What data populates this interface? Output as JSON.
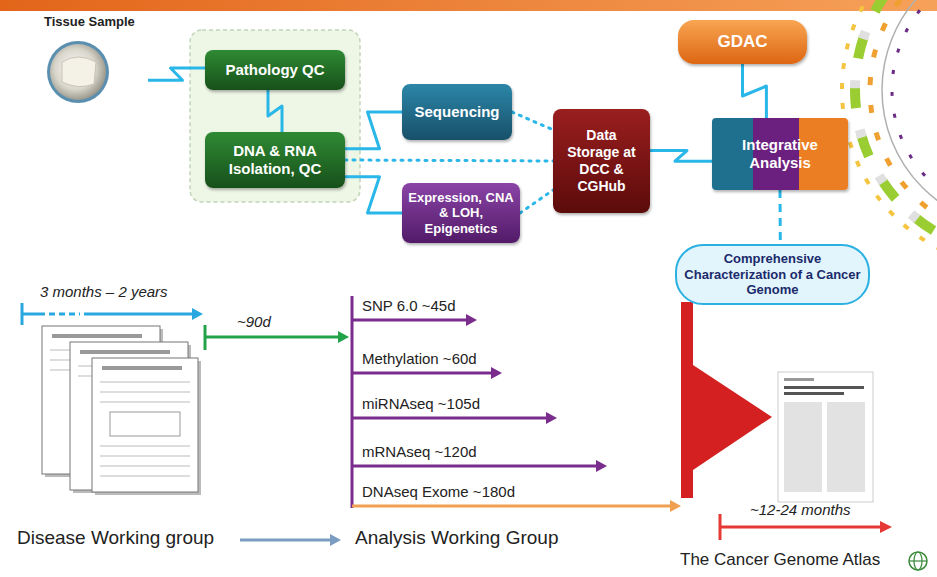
{
  "diagram": {
    "nodes": [
      {
        "text": [
          "Tissue Sample"
        ]
      },
      {
        "text": [
          "Pathology QC"
        ]
      },
      {
        "text": [
          "DNA & RNA Isolation, QC"
        ]
      },
      {
        "text": [
          "Sequencing"
        ]
      },
      {
        "text": [
          "Expression, CNA & LOH, Epigenetics"
        ]
      },
      {
        "text": [
          "Data Storage at DCC & CGHub"
        ]
      },
      {
        "text": [
          "GDAC"
        ]
      },
      {
        "text": [
          "Integrative Analysis"
        ]
      },
      {
        "text": [
          "Comprehensive Characterization of a Cancer Genome"
        ]
      }
    ],
    "edges": [
      {
        "from": 0,
        "to": 1,
        "arrow": "none"
      },
      {
        "from": 1,
        "to": 2,
        "arrow": "none"
      },
      {
        "from": 2,
        "to": 3,
        "arrow": "none"
      },
      {
        "from": 2,
        "to": 5,
        "arrow": "none"
      },
      {
        "from": 2,
        "to": 4,
        "arrow": "none"
      },
      {
        "from": 3,
        "to": 5,
        "arrow": "none"
      },
      {
        "from": 4,
        "to": 5,
        "arrow": "none"
      },
      {
        "from": 5,
        "to": 7,
        "arrow": "none"
      },
      {
        "from": 6,
        "to": 7,
        "arrow": "none"
      },
      {
        "from": 7,
        "to": 8,
        "arrow": "none"
      }
    ],
    "labels": [
      "3 months – 2 years",
      "~90d",
      "SNP 6.0 ~45d",
      "Methylation ~60d",
      "miRNAseq ~105d",
      "mRNAseq ~120d",
      "DNAseq Exome ~180d",
      "Disease Working group",
      "Analysis Working Group",
      "~12-24 months",
      "The Cancer Genome Atlas"
    ]
  }
}
